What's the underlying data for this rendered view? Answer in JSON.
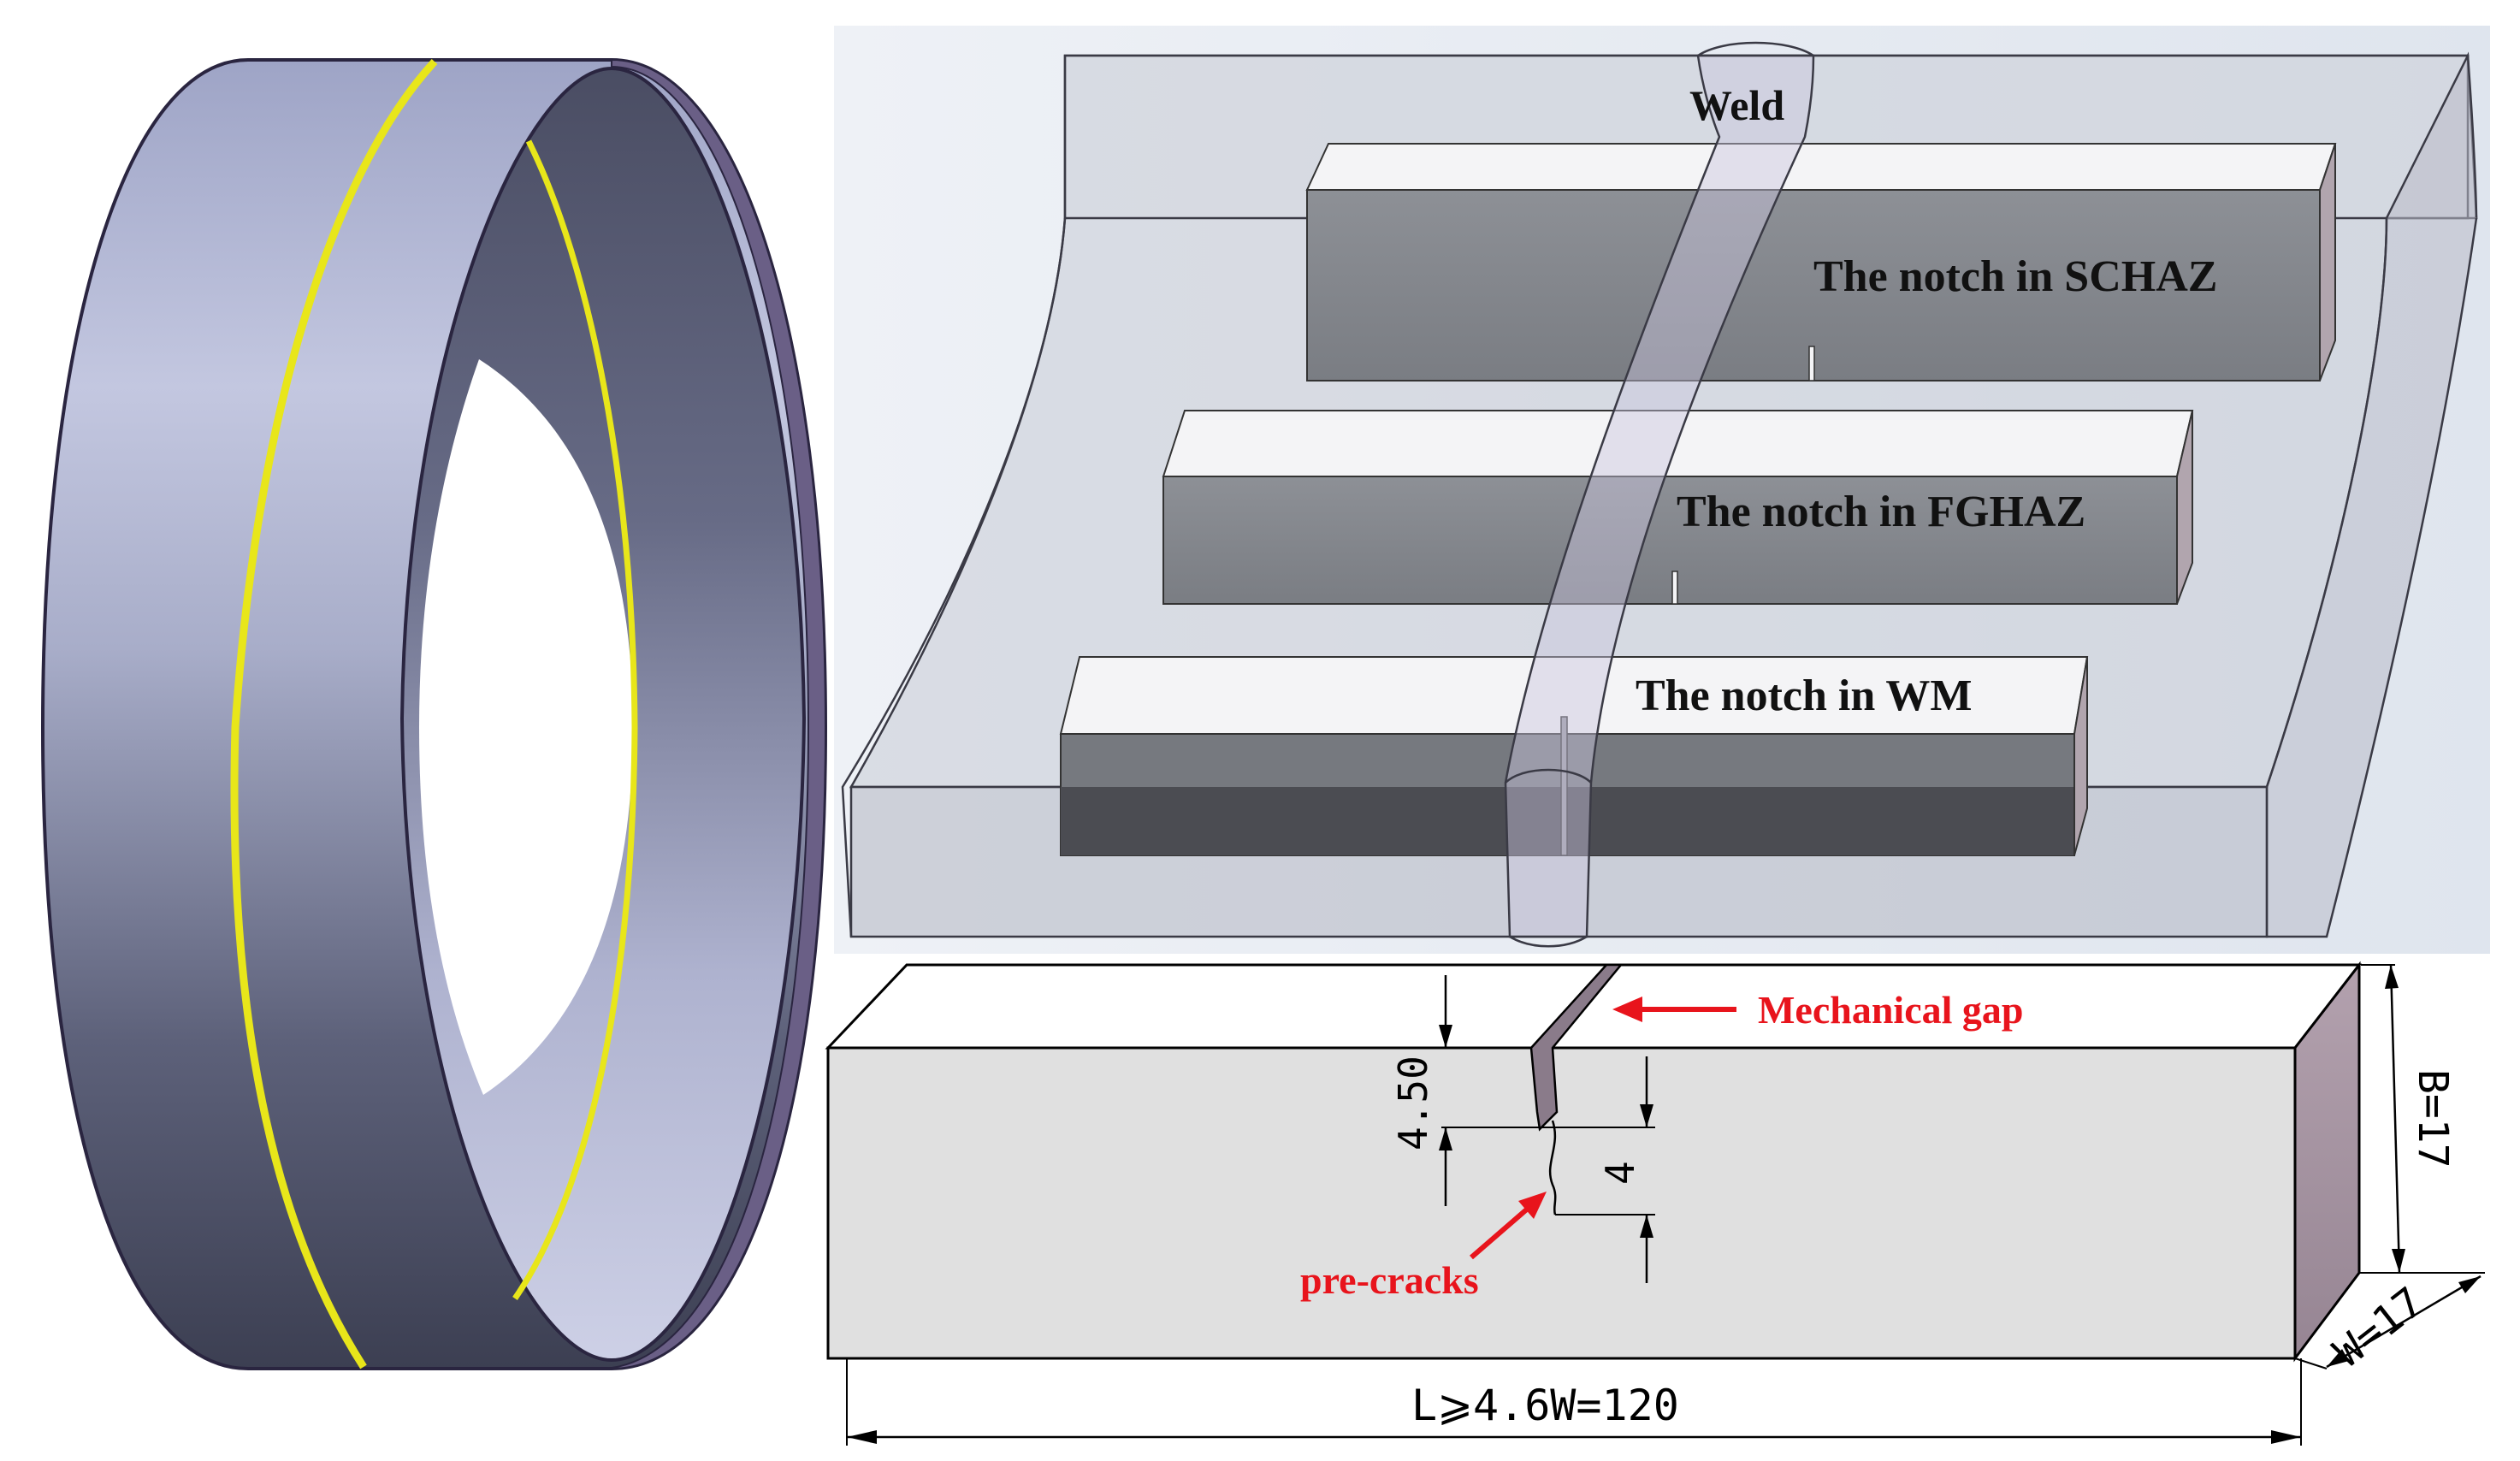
{
  "ring_panel": {
    "surface_color": "#8f94b8",
    "weld_line_color": "#e8e61a",
    "edge_color": "#2a2540"
  },
  "coupon_panel": {
    "weld_label": "Weld",
    "notch_labels": [
      "The notch in SCHAZ",
      "The notch in FGHAZ",
      "The notch in WM"
    ]
  },
  "specimen_panel": {
    "gap_label": "Mechanical gap",
    "precrack_label": "pre-cracks",
    "notch_depth": "4.50",
    "precrack_depth": "4",
    "thickness_label": "B=17",
    "width_label": "W=17",
    "length_label": "L⩾4.6W=120",
    "annotation_color": "#e8141c",
    "face_color": "#e0e0e0",
    "end_face_color": "#a4919f"
  }
}
